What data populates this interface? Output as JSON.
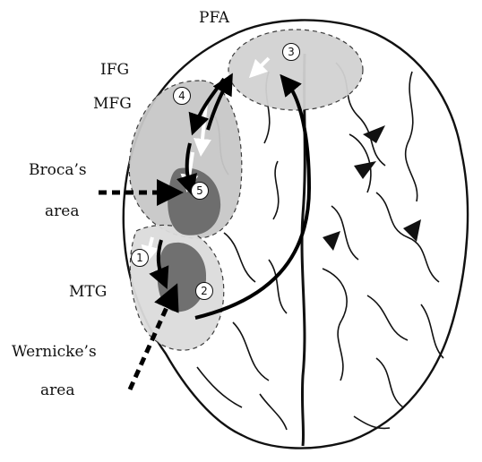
{
  "labels": {
    "pfa": "PFA",
    "ifg": "IFG",
    "mfg": "MFG",
    "broca_line1": "Broca’s",
    "broca_line2": "area",
    "mtg": "MTG",
    "wernicke_line1": "Wernicke’s",
    "wernicke_line2": "area"
  },
  "steps": [
    "1",
    "2",
    "3",
    "4",
    "5"
  ],
  "colors": {
    "region_light": "#d2d2d2",
    "region_mid": "#b4b4b4",
    "region_dark": "#6e6e6e",
    "outline": "#111111",
    "arrow": "#000000"
  }
}
